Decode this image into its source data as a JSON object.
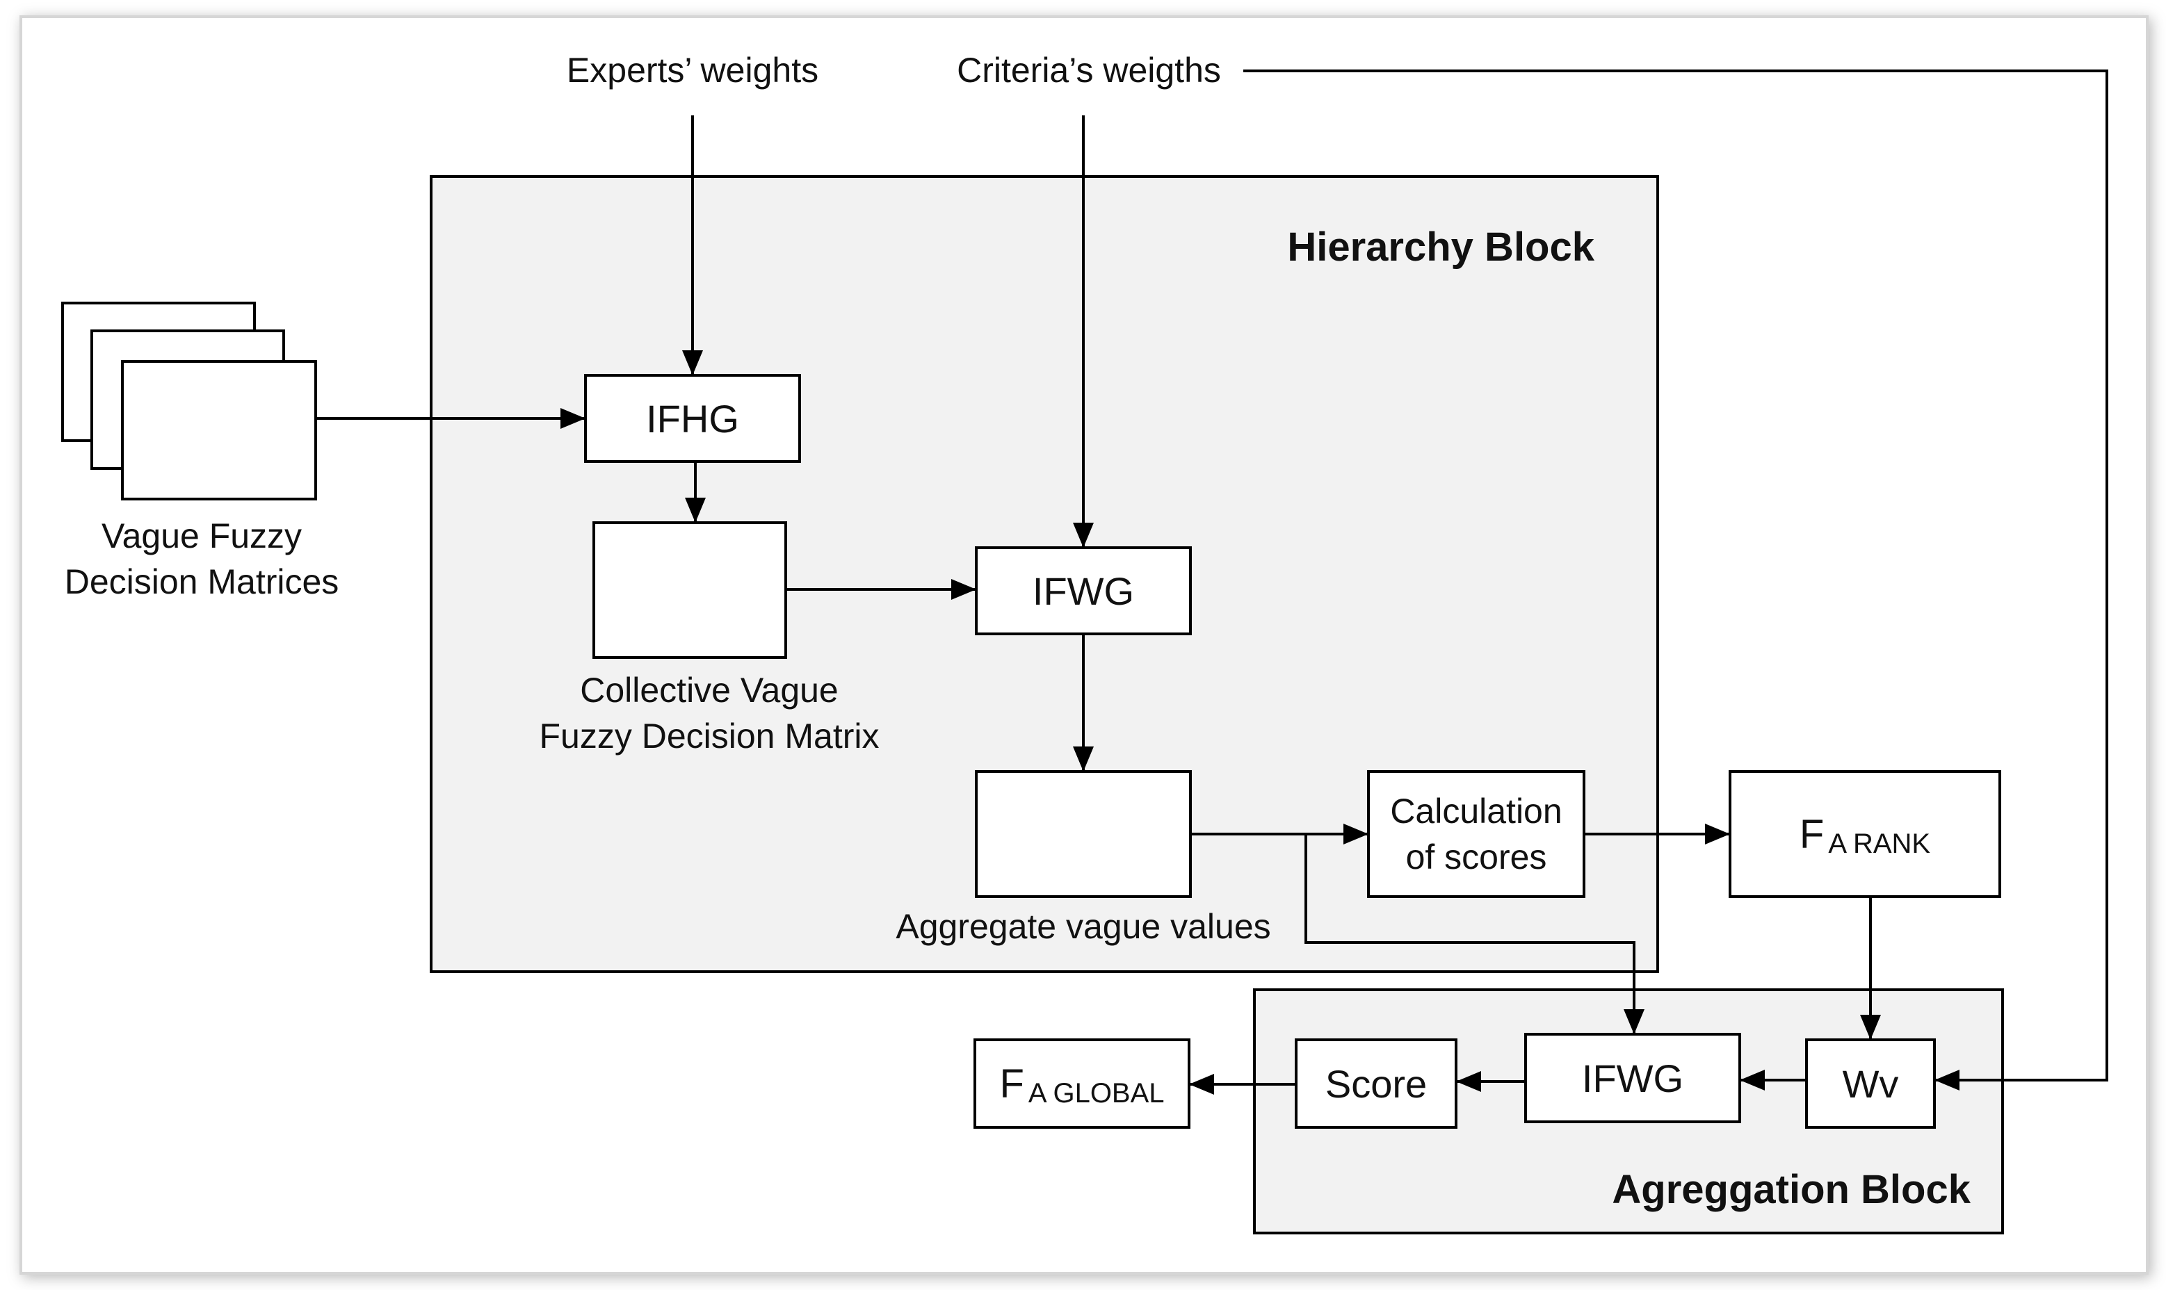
{
  "inputs": {
    "experts_weights": "Experts’ weights",
    "criteria_weights": "Criteria’s weigths"
  },
  "matrices": {
    "line1": "Vague Fuzzy",
    "line2": "Decision Matrices"
  },
  "hierarchy_block": {
    "title": "Hierarchy Block",
    "ifhg": "IFHG",
    "collective_line1": "Collective Vague",
    "collective_line2": "Fuzzy Decision Matrix",
    "ifwg": "IFWG",
    "aggregate_label": "Aggregate vague values",
    "calc_line1": "Calculation",
    "calc_line2": "of scores"
  },
  "rank": {
    "main": "F",
    "sub": "A RANK"
  },
  "aggregation_block": {
    "title": "Agreggation Block",
    "wv": "Wv",
    "ifwg": "IFWG",
    "score": "Score"
  },
  "global": {
    "main": "F",
    "sub": "A GLOBAL"
  },
  "colors": {
    "block_fill": "#f2f2f2",
    "stroke": "#000000",
    "frame_shadow": "#cfcfcf"
  }
}
